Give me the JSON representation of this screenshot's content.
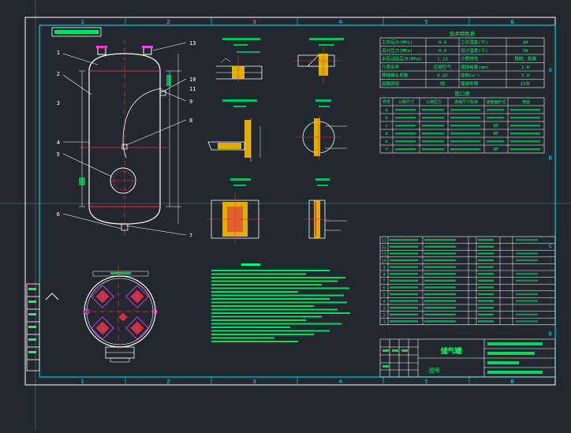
{
  "colors": {
    "background": "#212830",
    "frame": "#ffffff",
    "grid": "#00e5ff",
    "vessel_outline": "#ffffff",
    "vessel_seam": "#ff2a2a",
    "leader": "#ffffff",
    "detail_fill": "#ffc400",
    "detail_red": "#e0304a",
    "table_line": "#ffffff",
    "table_text": "#00ff66",
    "notes_text": "#00ff66",
    "accent_magenta": "#ff3cff",
    "accent_yellow": "#ffee00"
  },
  "frame": {
    "column_markers": [
      "1",
      "2",
      "3",
      "4",
      "5",
      "6"
    ],
    "row_markers": [
      "A",
      "B",
      "C",
      "D"
    ]
  },
  "title_block": {
    "equipment_name": "储气罐",
    "lower_label": "图号"
  },
  "callouts": {
    "left": [
      "1",
      "2",
      "3",
      "4",
      "5",
      "6"
    ],
    "right": [
      "13",
      "10",
      "11",
      "9",
      "8",
      "7"
    ]
  },
  "spec_table": {
    "title": "技术特性表",
    "rows": [
      [
        "工作压力(MPa)",
        "0.8",
        "工作温度(℃)",
        "40"
      ],
      [
        "设计压力(MPa)",
        "0.9",
        "设计温度(℃)",
        "70"
      ],
      [
        "水压试验压力(MPa)",
        "1.13",
        "介质特性",
        "易燃、易爆"
      ],
      [
        "介质名称",
        "压缩空气",
        "腐蚀裕量(mm)",
        "1.0"
      ],
      [
        "焊缝接头系数",
        "0.85",
        "容积(m³)",
        "5.0"
      ],
      [
        "容器类别",
        "Ⅰ类",
        "使用年限",
        "15年"
      ]
    ]
  },
  "nozzle_table": {
    "title": "管口表",
    "headers": [
      "符号",
      "公称尺寸",
      "公称压力",
      "连接尺寸标准",
      "连接面形式",
      "用途"
    ],
    "rows": [
      [
        "a",
        "",
        "",
        "",
        "",
        ""
      ],
      [
        "b",
        "",
        "",
        "",
        "",
        ""
      ],
      [
        "c",
        "",
        "",
        "",
        "RF",
        ""
      ],
      [
        "d",
        "",
        "",
        "",
        "RF",
        ""
      ],
      [
        "e",
        "",
        "",
        "",
        "",
        ""
      ],
      [
        "f",
        "",
        "",
        "",
        "RF",
        ""
      ]
    ]
  },
  "parts_list": {
    "numbers": [
      "13",
      "12",
      "11",
      "10",
      "9",
      "8",
      "7",
      "6",
      "5",
      "4",
      "3",
      "2",
      "1"
    ]
  }
}
